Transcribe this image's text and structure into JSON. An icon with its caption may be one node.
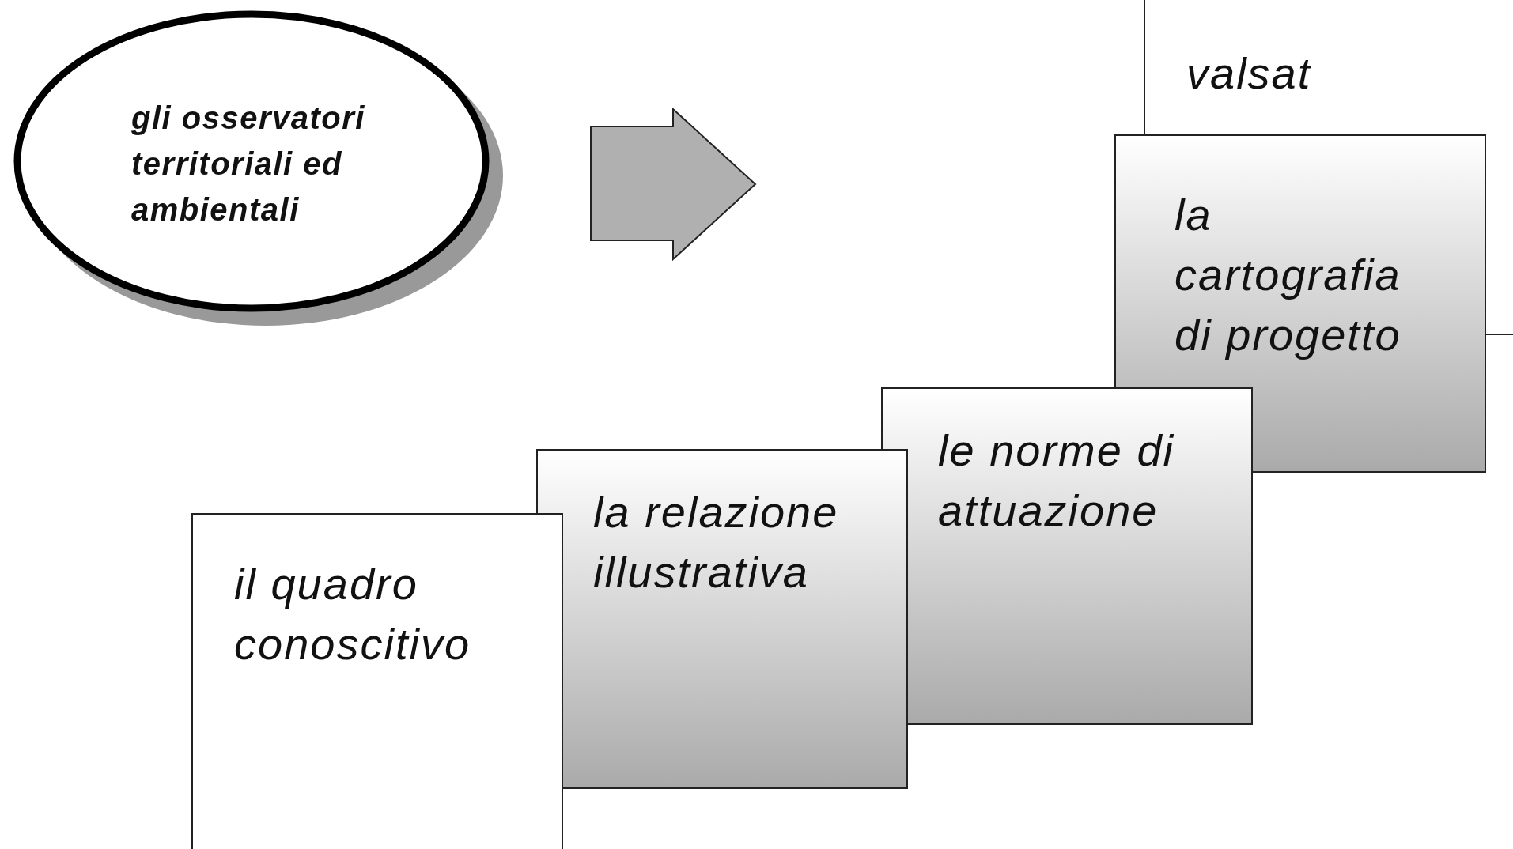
{
  "diagram": {
    "nodes": [
      {
        "text": [
          "gli osservatori territoriali ed ambientali"
        ]
      },
      {
        "text": [
          "valsat"
        ]
      },
      {
        "text": [
          "la cartografia di progetto"
        ]
      },
      {
        "text": [
          "le norme di attuazione"
        ]
      },
      {
        "text": [
          "la relazione illustrativa"
        ]
      },
      {
        "text": [
          "il quadro conoscitivo"
        ]
      }
    ]
  }
}
